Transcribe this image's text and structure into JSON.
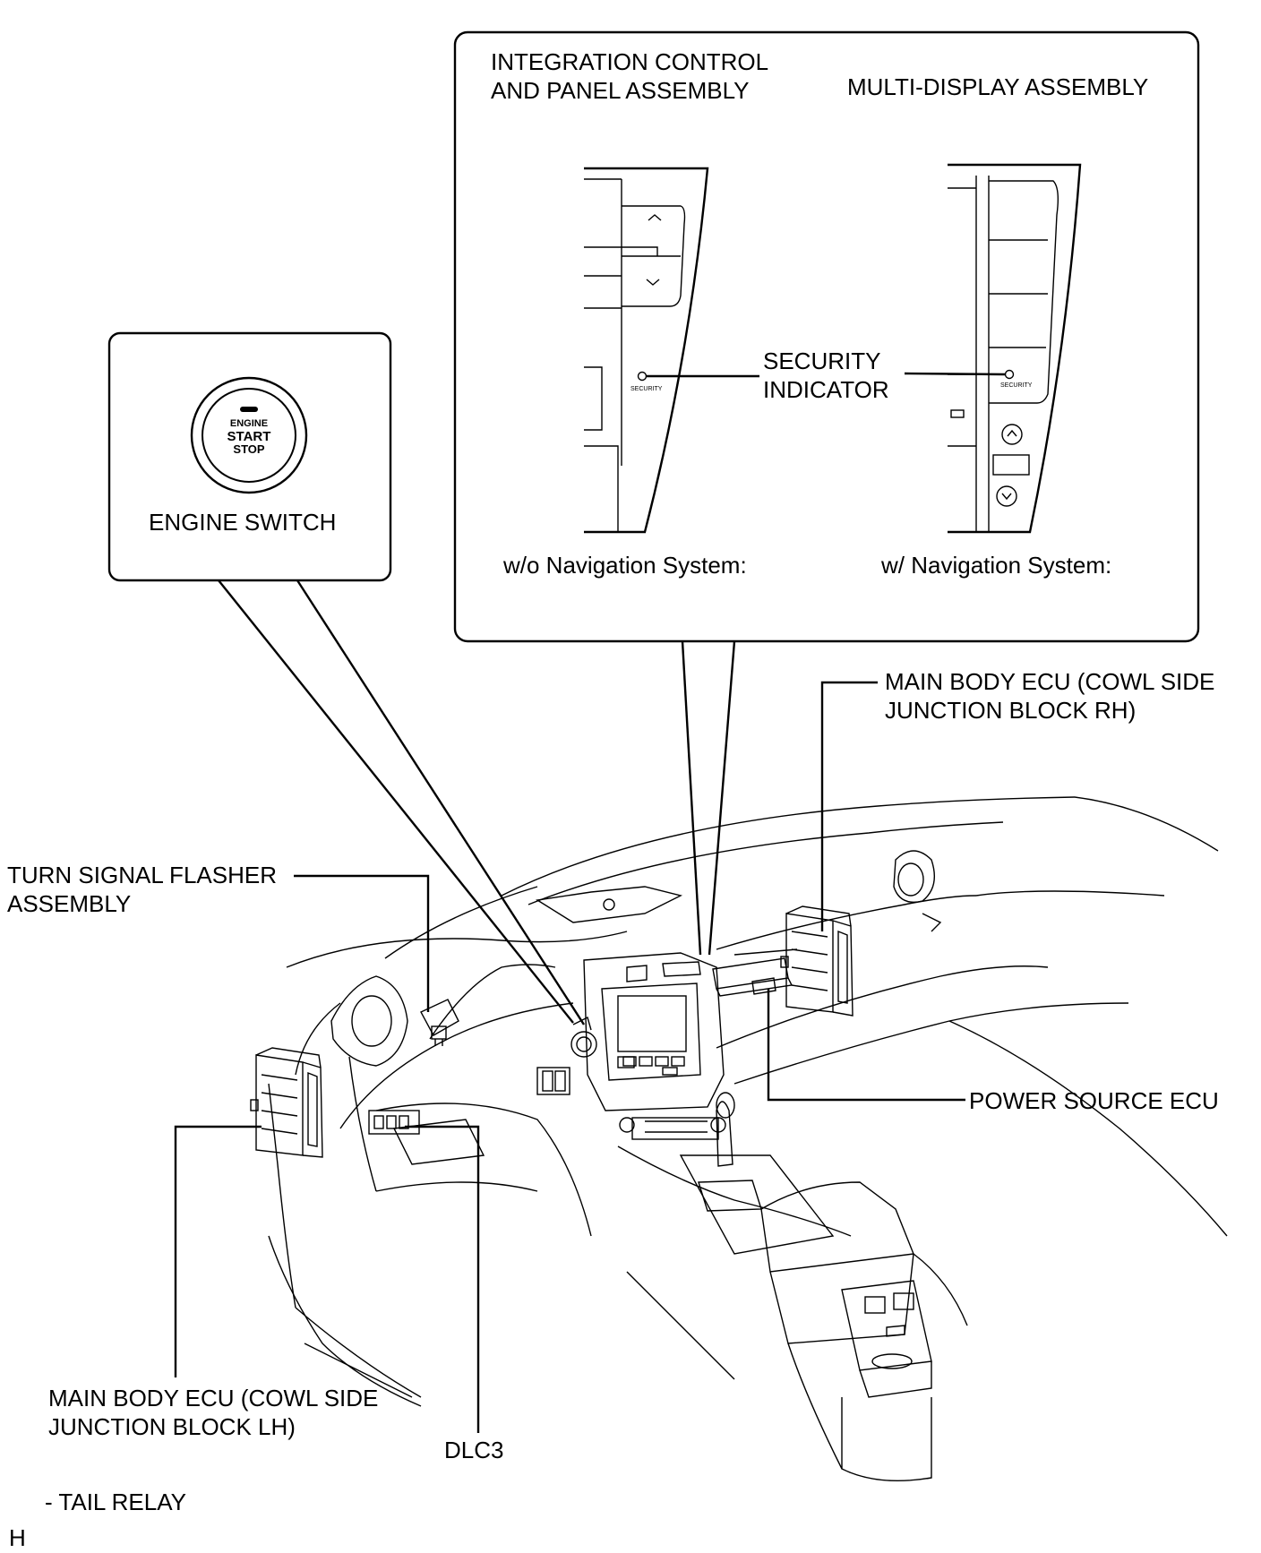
{
  "labels": {
    "integration_line1": "INTEGRATION CONTROL",
    "integration_line2": "AND PANEL ASSEMBLY",
    "multi_display": "MULTI-DISPLAY ASSEMBLY",
    "security_line1": "SECURITY",
    "security_line2": "INDICATOR",
    "security_small": "SECURITY",
    "wo_nav": "w/o Navigation System:",
    "w_nav": "w/ Navigation System:",
    "engine_switch": "ENGINE SWITCH",
    "button_line1": "ENGINE",
    "button_line2": "START",
    "button_line3": "STOP",
    "main_body_rh_line1": "MAIN BODY ECU (COWL SIDE",
    "main_body_rh_line2": "JUNCTION BLOCK RH)",
    "turn_signal_line1": "TURN SIGNAL FLASHER",
    "turn_signal_line2": "ASSEMBLY",
    "power_source": "POWER SOURCE ECU",
    "main_body_lh_line1": "MAIN BODY ECU (COWL SIDE",
    "main_body_lh_line2": "JUNCTION BLOCK LH)",
    "dlc3": "DLC3",
    "tail_relay": "- TAIL RELAY",
    "corner_mark": "H"
  }
}
